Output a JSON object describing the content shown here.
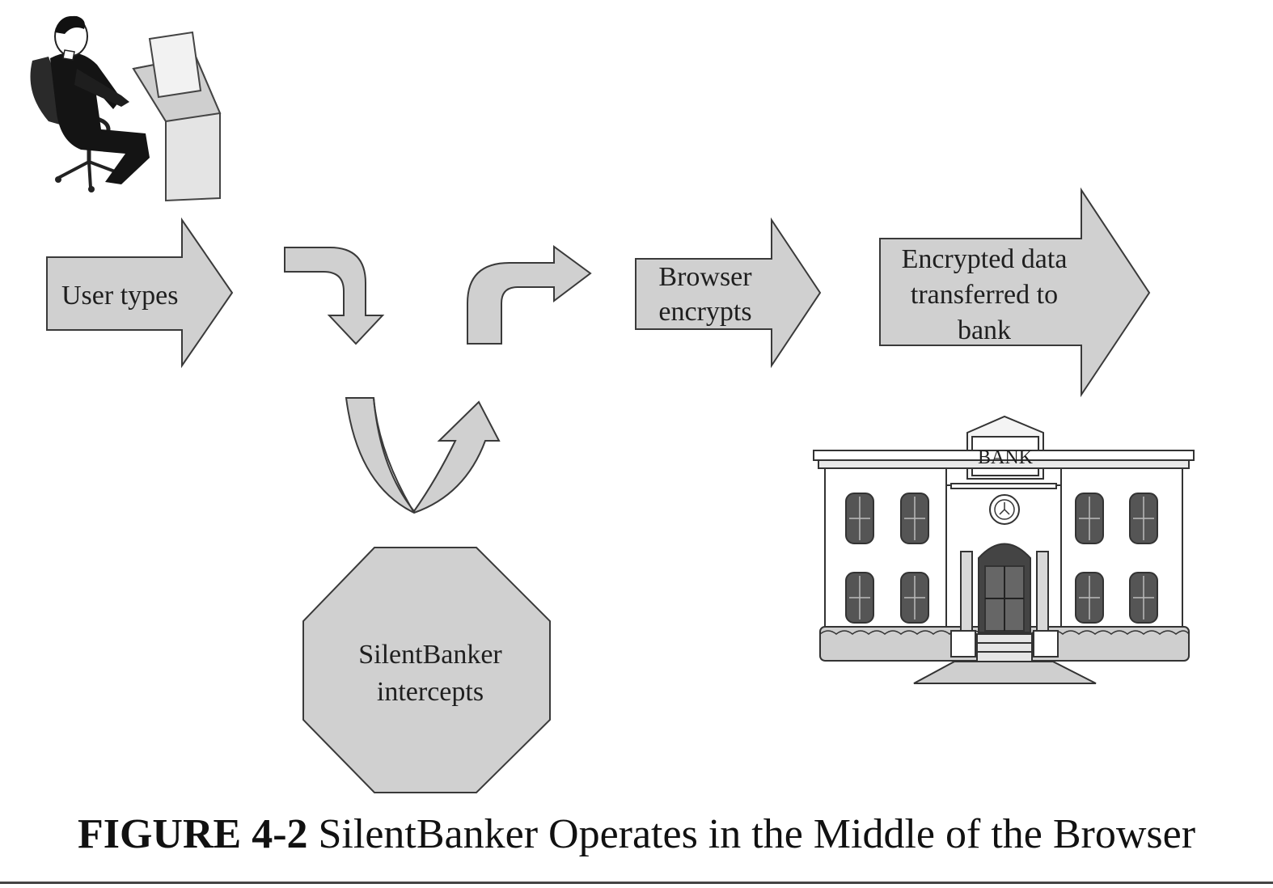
{
  "diagram": {
    "steps": {
      "user_types": "User types",
      "browser_encrypts": [
        "Browser",
        "encrypts"
      ],
      "transfer": [
        "Encrypted data",
        "transferred to",
        "bank"
      ],
      "intercept": [
        "SilentBanker",
        "intercepts"
      ]
    },
    "bank_sign": "BANK",
    "colors": {
      "shape_fill": "#d0d0d0",
      "stroke": "#3a3a3a",
      "text": "#1f1f1f"
    }
  },
  "caption": {
    "number": "FIGURE 4-2",
    "text": "SilentBanker Operates in the Middle of the Browser"
  }
}
